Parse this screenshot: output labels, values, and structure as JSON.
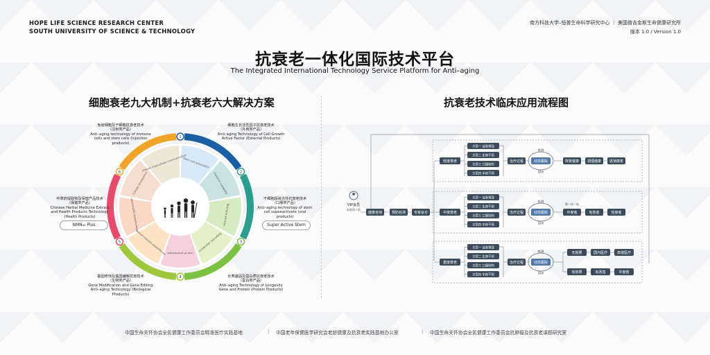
{
  "header": {
    "institute_en_line1": "HOPE LIFE SCIENCE RESEARCH CENTER",
    "institute_en_line2": "SOUTH UNIVERSITY OF SCIENCE & TECHNOLOGY",
    "institute_cn": "南方科技大学–恒普生命科学研究中心 ｜ 美国普吉金斯生命健康研究所",
    "version": "版本 1.0 / Version 1.0"
  },
  "title": {
    "cn": "抗衰老一体化国际技术平台",
    "en": "The Integrated International Technology Service Platform for Anti–aging"
  },
  "left_section": {
    "title": "细胞衰老九大机制+抗衰老六大解决方案",
    "solutions": [
      {
        "cn": "免疫细胞及干细胞抗衰老技术",
        "sub": "（注射类产品）",
        "en": "Anti–aging technology of immune cells and stem cells (Injection products)"
      },
      {
        "cn": "细胞生长活性因子抗衰老技术",
        "sub": "（外用类产品）",
        "en": "Anti–aging Technology of Cell Growth Active Factor (External Products)"
      },
      {
        "cn": "干细胞超级活性抗衰老技术",
        "sub": "（口服类产品）",
        "en": "Anti–aging technology of stem cell supeeactivate (oral products)"
      },
      {
        "cn": "长寿基因及蛋白质抗衰老技术",
        "sub": "（蛋白类产品）",
        "en": "Anti–aging Technology of Longevity Gene and Protein (Protein Products)"
      },
      {
        "cn": "基因修饰及基因编辑抗衰技术",
        "sub": "（生物类产品）",
        "en": "Gene Modification and Gene Editing Anti–aging Technology (Biological Products)"
      },
      {
        "cn": "中草药提取物及保健产品技术",
        "sub": "（保健类产品）",
        "en": "Chinese Herbal Medicine Extract and Health Products Technology (Health Products)"
      }
    ],
    "badge_left": "NMN₉₉ Plus",
    "badge_right": "Super Active Stem",
    "segment_labels": [
      "Stem cell exhaustion",
      "Genomic instability",
      "Telomere attrition",
      "Epigenetic alterations",
      "Loss of proteostasis",
      "Deregulated nutrient-sensing",
      "Mitochondrial dysfunction",
      "Cellular senescence",
      "Altered intercellular communication"
    ],
    "numbers": [
      "1",
      "2",
      "3",
      "4",
      "5",
      "6"
    ]
  },
  "right_section": {
    "title": "抗衰老技术临床应用流程图",
    "vip": {
      "label": "VIP会员",
      "sub": "新健康人群"
    },
    "entry_steps": [
      "健康咨询",
      "预防检测",
      "专家会诊"
    ],
    "groups": [
      {
        "name": "轻度衰老",
        "plans": [
          "方案一  益肤增强",
          "方案二  生物干预",
          "方案三  口服制剂",
          "方案四  中药干预"
        ],
        "treat": "治疗过程",
        "monitor_top": "检测",
        "monitor": "动态跟踪",
        "monitor_bottom": "回访",
        "outcomes": [
          "恢复健康",
          "调理健康",
          "逐渐康复"
        ],
        "note": ""
      },
      {
        "name": "中度衰老",
        "plans": [
          "方案一  益肤增强",
          "方案二  生物干预",
          "方案三  口服制剂",
          "方案四  中药干预"
        ],
        "treat": "治疗过程",
        "monitor_top": "检测",
        "monitor": "动态跟踪",
        "monitor_bottom": "回访",
        "outcomes": [
          "中度者",
          "有效者",
          "轻度者"
        ],
        "note": "第一年一轮"
      },
      {
        "name": "重度衰老",
        "plans": [
          "方案一  益肤增强",
          "方案二  生物干预",
          "方案三  口服制剂",
          "方案四  中药干预"
        ],
        "treat": "治疗过程",
        "monitor_top": "检测",
        "monitor": "动态跟踪",
        "monitor_bottom": "回访",
        "outcomes": [
          "无效果",
          "国内医疗",
          "高端医疗",
          "有效果",
          "有改善",
          "中度者"
        ],
        "note": ""
      }
    ]
  },
  "footer": [
    "中国生命关怀协会全民健康工作委员会精准医疗实践基地",
    "中国老年保健医学研究会老龄健康及抗衰老实践基地办公室",
    "中国生命关怀协会全民健康工作委员会抗肿瘤及抗衰老课题研究室"
  ],
  "colors": {
    "ring": [
      "#1a5fa3",
      "#2a9d8f",
      "#7cc242",
      "#9fc73c",
      "#e74b6c",
      "#f0a42a",
      "#ef6c2a"
    ],
    "node_dark": "#3b4b5c",
    "accent_blue": "#1a5fa3"
  }
}
